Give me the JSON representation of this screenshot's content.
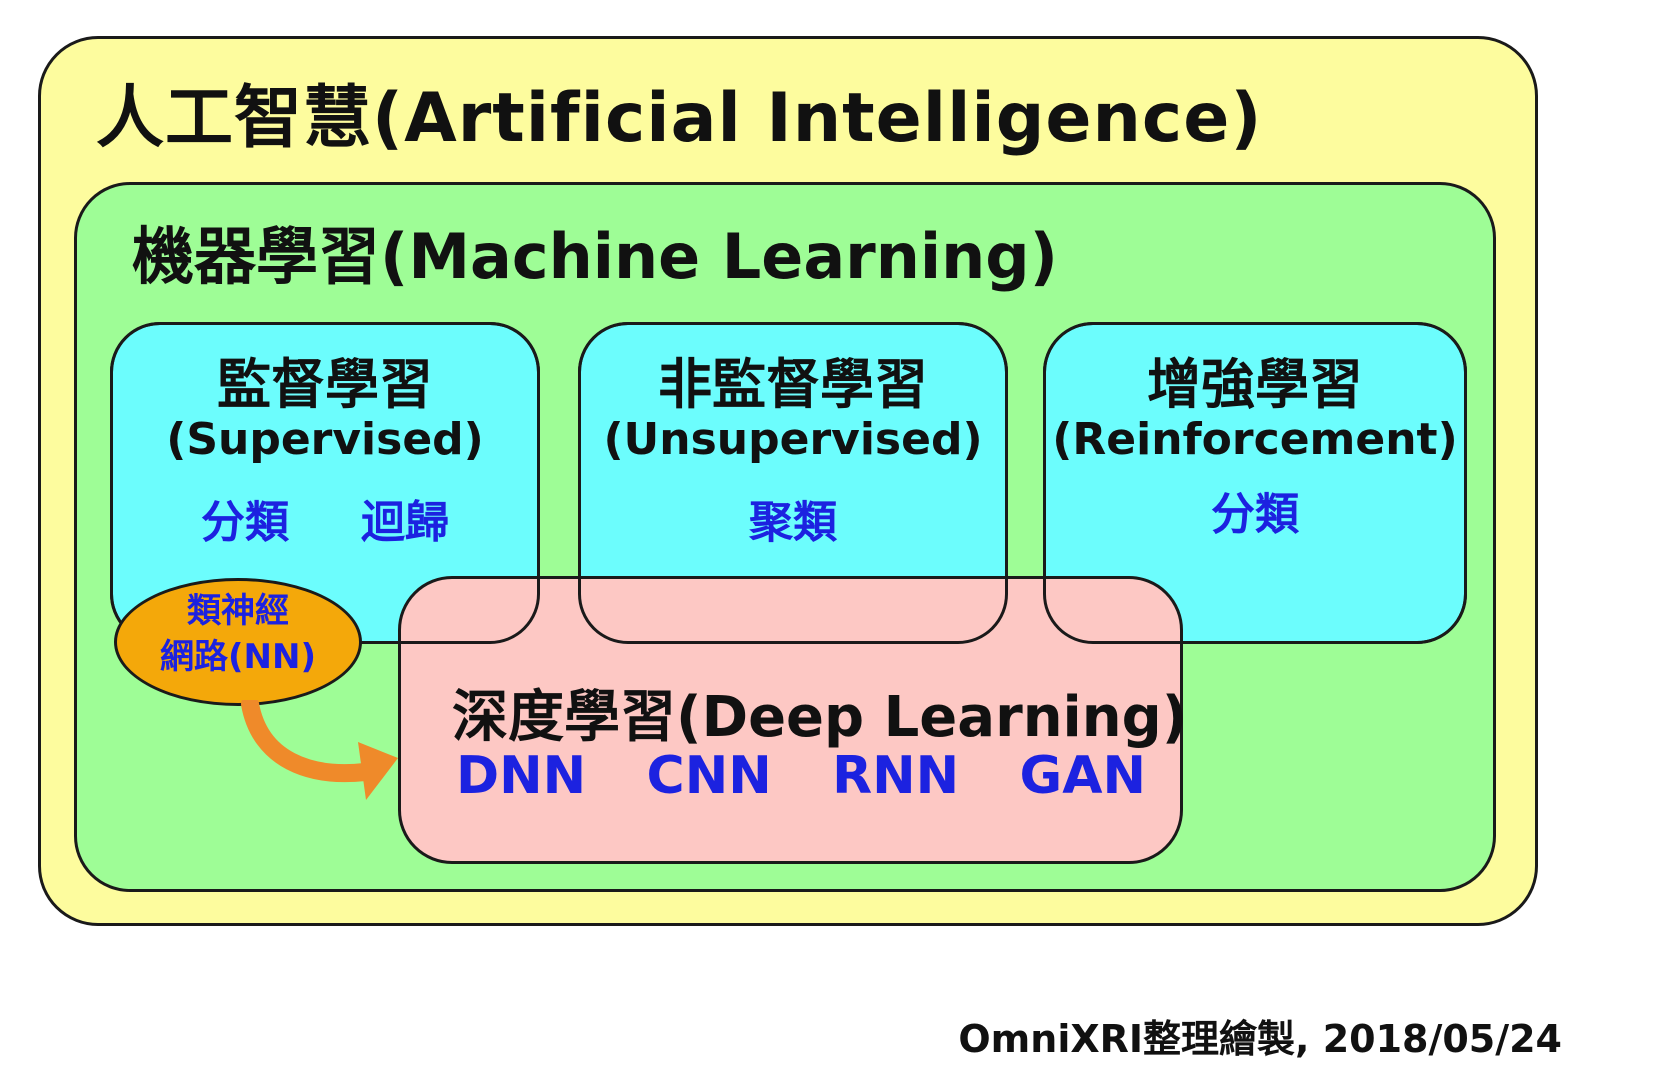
{
  "ai": {
    "title": "人工智慧(Artificial Intelligence)",
    "color": "#fdfc9e"
  },
  "ml": {
    "title": "機器學習(Machine Learning)",
    "color": "#9efd96"
  },
  "categories": [
    {
      "title": "監督學習",
      "subtitle": "(Supervised)",
      "tags": [
        "分類",
        "迴歸"
      ]
    },
    {
      "title": "非監督學習",
      "subtitle": "(Unsupervised)",
      "tags": [
        "聚類"
      ]
    },
    {
      "title": "增強學習",
      "subtitle": "(Reinforcement)",
      "tags": [
        "分類"
      ]
    }
  ],
  "category_color": "#6cfdfd",
  "dl": {
    "title": "深度學習(Deep Learning)",
    "models": [
      "DNN",
      "CNN",
      "RNN",
      "GAN"
    ],
    "color": "#fdc8c4"
  },
  "nn": {
    "line1": "類神經",
    "line2": "網路(NN)",
    "color": "#f4a80a",
    "arrow_color": "#ef8a2a"
  },
  "credit": "OmniXRI整理繪製, 2018/05/24",
  "accent_text_color": "#1c22e0"
}
